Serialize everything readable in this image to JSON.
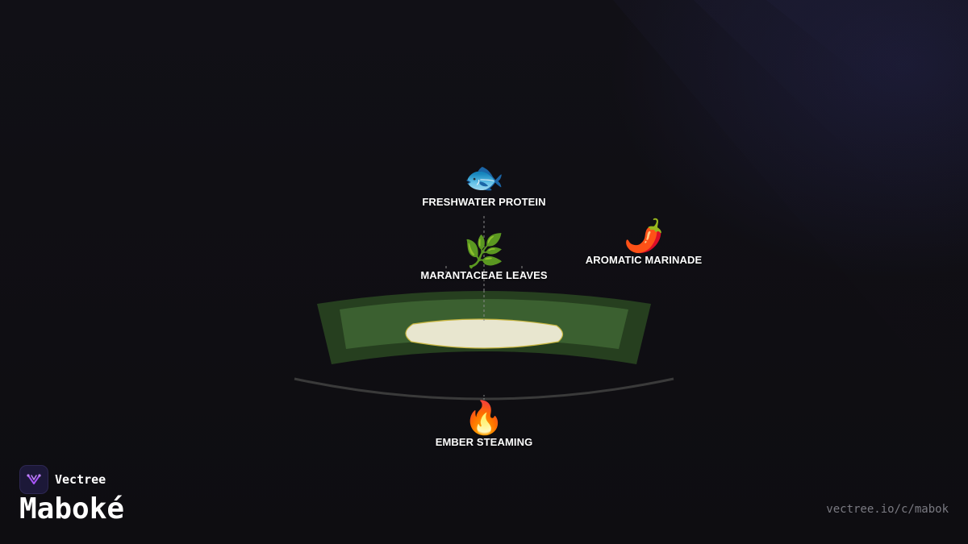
{
  "brand": {
    "name": "Vectree",
    "logo_icon": "vectree-logo-icon",
    "accent": "#a855f7"
  },
  "page": {
    "title": "Maboké",
    "url": "vectree.io/c/mabok"
  },
  "diagram": {
    "nodes": {
      "protein": {
        "icon": "fish-icon",
        "glyph": "🐟",
        "label": "FRESHWATER PROTEIN"
      },
      "leaves": {
        "icon": "herb-icon",
        "glyph": "🌿",
        "label": "MARANTACEAE LEAVES"
      },
      "marinade": {
        "icon": "chili-pepper-icon",
        "glyph": "🌶️",
        "label": "AROMATIC MARINADE"
      },
      "fire": {
        "icon": "fire-icon",
        "glyph": "🔥",
        "label": "EMBER STEAMING"
      }
    },
    "colors": {
      "leaf_outer": "#263f1f",
      "leaf_inner": "#3b6030",
      "filling": "#e8e6cf",
      "filling_stroke": "#c8b640",
      "grill": "#3a3a3a"
    }
  }
}
